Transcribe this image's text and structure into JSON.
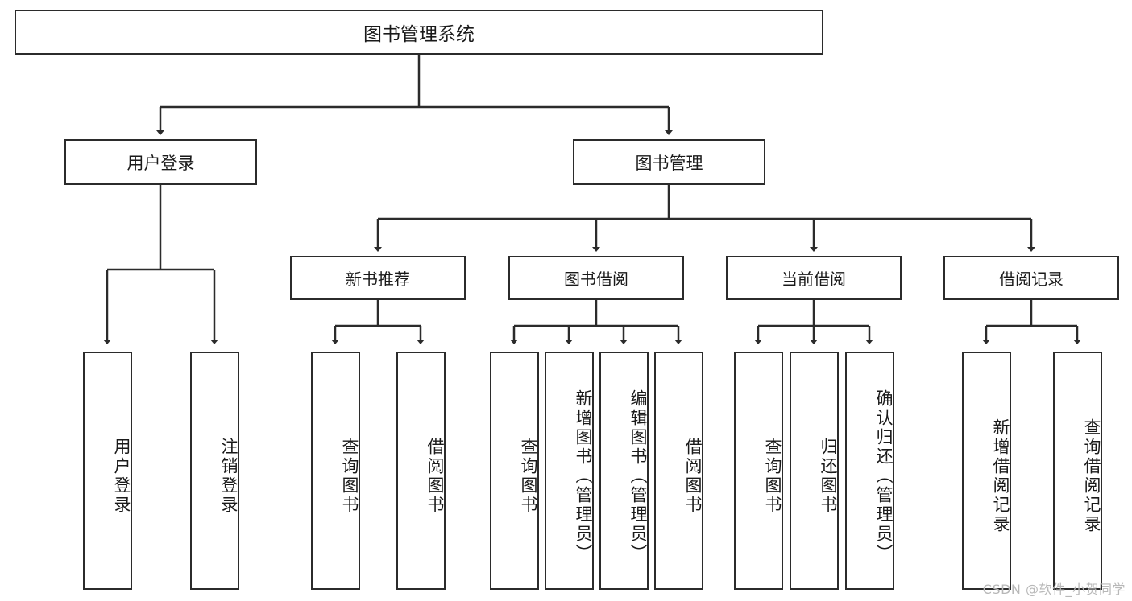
{
  "diagram": {
    "title": "图书管理系统",
    "type": "tree",
    "root": {
      "id": "root",
      "label": "图书管理系统"
    },
    "level2": [
      {
        "id": "user-login",
        "label": "用户登录"
      },
      {
        "id": "book-manage",
        "label": "图书管理"
      }
    ],
    "level3": [
      {
        "id": "new-book-recommend",
        "label": "新书推荐",
        "parent": "book-manage"
      },
      {
        "id": "book-borrow",
        "label": "图书借阅",
        "parent": "book-manage"
      },
      {
        "id": "current-borrow",
        "label": "当前借阅",
        "parent": "book-manage"
      },
      {
        "id": "borrow-record",
        "label": "借阅记录",
        "parent": "book-manage"
      }
    ],
    "leaves": [
      {
        "id": "leaf-user-login",
        "label": "用户登录",
        "parent": "user-login"
      },
      {
        "id": "leaf-user-logout",
        "label": "注销登录",
        "parent": "user-login"
      },
      {
        "id": "leaf-query-book-1",
        "label": "查询图书",
        "parent": "new-book-recommend"
      },
      {
        "id": "leaf-borrow-book-1",
        "label": "借阅图书",
        "parent": "new-book-recommend"
      },
      {
        "id": "leaf-query-book-2",
        "label": "查询图书",
        "parent": "book-borrow"
      },
      {
        "id": "leaf-add-book",
        "label": "新增图书（管理员）",
        "parent": "book-borrow"
      },
      {
        "id": "leaf-edit-book",
        "label": "编辑图书（管理员）",
        "parent": "book-borrow"
      },
      {
        "id": "leaf-borrow-book-2",
        "label": "借阅图书",
        "parent": "book-borrow"
      },
      {
        "id": "leaf-query-book-3",
        "label": "查询图书",
        "parent": "current-borrow"
      },
      {
        "id": "leaf-return-book",
        "label": "归还图书",
        "parent": "current-borrow"
      },
      {
        "id": "leaf-confirm-return",
        "label": "确认归还（管理员）",
        "parent": "current-borrow"
      },
      {
        "id": "leaf-add-record",
        "label": "新增借阅记录",
        "parent": "borrow-record"
      },
      {
        "id": "leaf-query-record",
        "label": "查询借阅记录",
        "parent": "borrow-record"
      }
    ]
  },
  "watermark": {
    "text": "CSDN @软件_小贺同学"
  },
  "colors": {
    "stroke": "#2b2b2b",
    "background": "#ffffff",
    "text": "#1a1a1a",
    "watermark": "#b8b8b8"
  }
}
